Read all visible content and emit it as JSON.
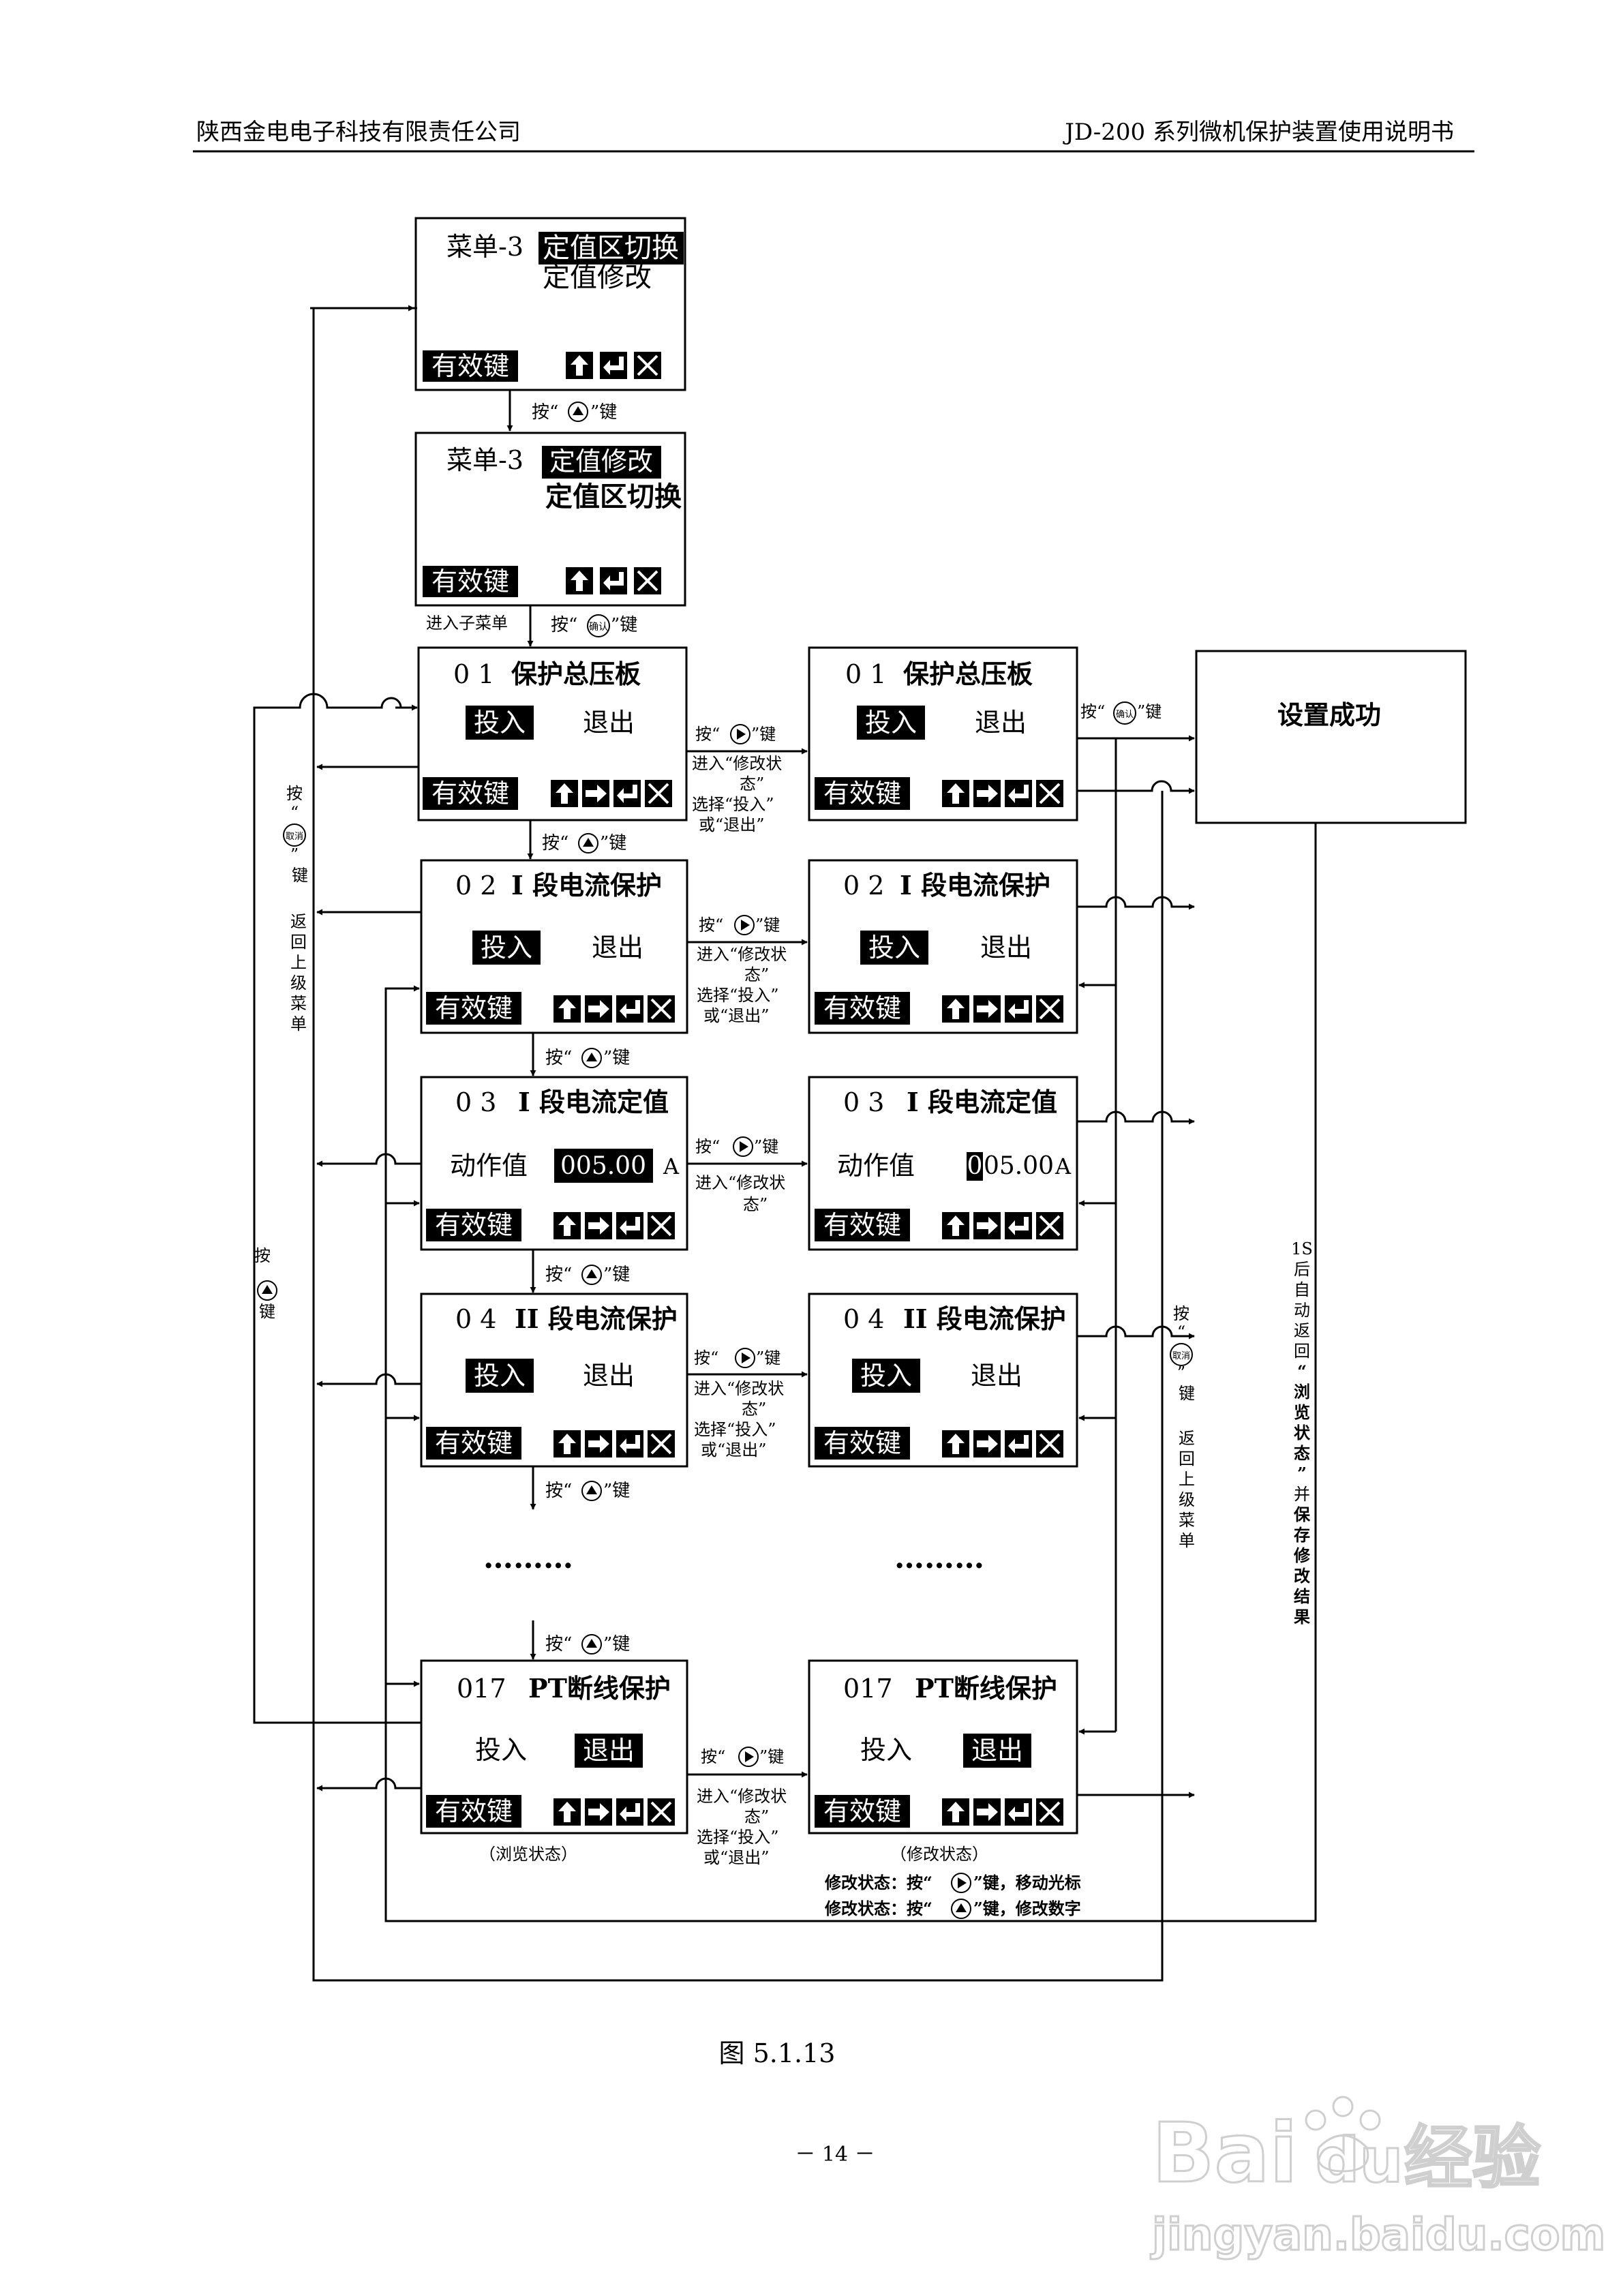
{
  "header": {
    "company": "陕西金电电子科技有限责任公司",
    "doc_title": "JD-200 系列微机保护装置使用说明书"
  },
  "menu_top": {
    "title": "菜单-3",
    "item_selected": "定值区切换",
    "item_other": "定值修改",
    "status": "有效键"
  },
  "menu_second": {
    "title": "菜单-3",
    "item_selected": "定值修改",
    "item_other": "定值区切换",
    "status": "有效键"
  },
  "enter_submenu": "进入子菜单",
  "success_box": "设置成功",
  "press_prefix": "按“",
  "press_suffix": "”键",
  "key_up": "▲",
  "key_right": "▶",
  "key_confirm": "确认",
  "key_cancel": "取消",
  "screens": {
    "s01": {
      "num": "0 1",
      "title": "保护总压板",
      "opt_on": "投入",
      "opt_off": "退出",
      "status": "有效键"
    },
    "s02": {
      "num": "0 2",
      "title": "I 段电流保护",
      "opt_on": "投入",
      "opt_off": "退出",
      "status": "有效键"
    },
    "s03": {
      "num": "0 3",
      "title": "I 段电流定值",
      "label": "动作值",
      "value": "005.00",
      "value_first": "0",
      "value_rest": "05.00",
      "unit": "A",
      "status": "有效键"
    },
    "s04": {
      "num": "0 4",
      "title": "II 段电流保护",
      "opt_on": "投入",
      "opt_off": "退出",
      "status": "有效键"
    },
    "s17": {
      "num": "017",
      "title": "PT断线保护",
      "opt_on": "投入",
      "opt_off": "退出",
      "status": "有效键"
    }
  },
  "ellipsis": "………",
  "mid_labels": {
    "enter": "进入“修改状",
    "state_end": "态”",
    "select": "选择“投入”",
    "or_exit": "或“退出”"
  },
  "left_cancel": {
    "press": "按",
    "quote_open": "“",
    "quote_close": "”",
    "key": "键",
    "ret": [
      "返",
      "回",
      "上",
      "级",
      "菜",
      "单"
    ]
  },
  "left_up": {
    "press": "按",
    "key": "键"
  },
  "right_cancel": {
    "press": "按",
    "quote_open": "“",
    "quote_close": "”",
    "key": "键",
    "ret": [
      "返",
      "回",
      "上",
      "级",
      "菜",
      "单"
    ]
  },
  "auto_return": [
    "1S",
    "后",
    "自",
    "动",
    "返",
    "回",
    "“",
    "浏",
    "览",
    "状",
    "态",
    "”",
    "并",
    "保",
    "存",
    "修",
    "改",
    "结",
    "果"
  ],
  "browse_state": "（浏览状态）",
  "modify_state": "（修改状态）",
  "note1_a": "修改状态：按“",
  "note1_b": "”键，移动光标",
  "note2_a": "修改状态：按“",
  "note2_b": "”键，修改数字",
  "figure_caption": "图 5.1.13",
  "page_number": "－ 14 －",
  "watermark_main": "Bai",
  "watermark_du": "du",
  "watermark_cn": "经验",
  "watermark_url": "jingyan.baidu.com"
}
